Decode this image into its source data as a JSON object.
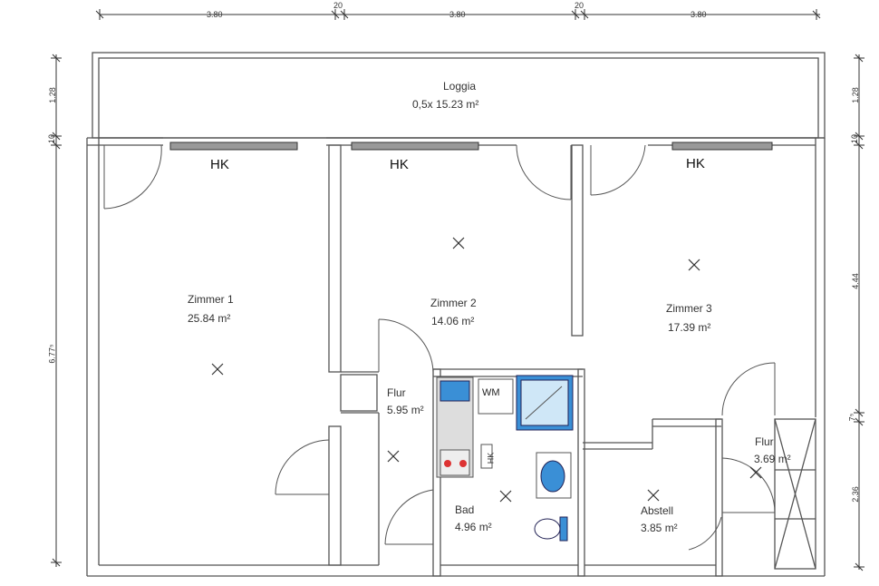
{
  "dimensions_top": [
    "3.80",
    "20",
    "3.80",
    "20",
    "3.80"
  ],
  "dimensions_left": [
    "1.28",
    "10",
    "6.77⁵"
  ],
  "dimensions_right": [
    "1.28",
    "10",
    "4.44",
    "7⁵",
    "2.36"
  ],
  "rooms": [
    {
      "name": "Loggia",
      "area": "0,5x  15.23 m²"
    },
    {
      "name": "Zimmer 1",
      "area": "25.84 m²"
    },
    {
      "name": "Zimmer 2",
      "area": "14.06 m²"
    },
    {
      "name": "Zimmer 3",
      "area": "17.39 m²"
    },
    {
      "name": "Flur",
      "area": "5.95 m²"
    },
    {
      "name": "Flur",
      "area": "3.69 m²"
    },
    {
      "name": "Bad",
      "area": "4.96 m²"
    },
    {
      "name": "Abstell",
      "area": "3.85 m²"
    }
  ],
  "heater_label": "HK",
  "kitchen_hk_label": "HK",
  "washing_machine_label": "WM",
  "colors": {
    "fixture_blue": "#3a8fd6",
    "hob_red": "#d33",
    "wall": "#555"
  }
}
